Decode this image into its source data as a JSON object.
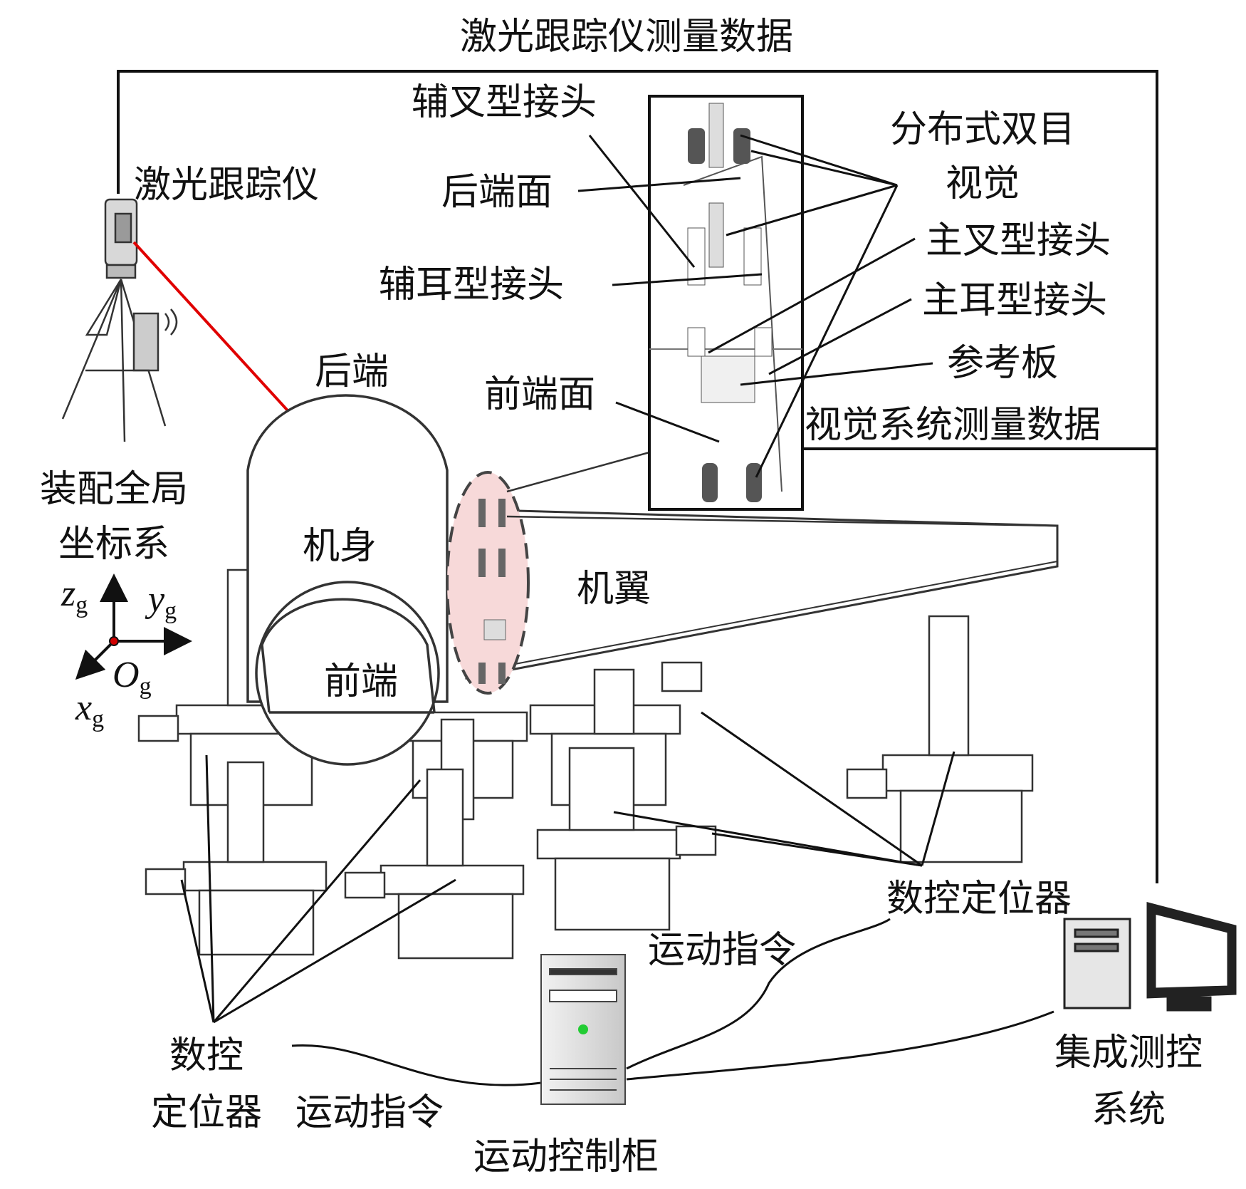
{
  "labels": {
    "laser_data": "激光跟踪仪测量数据",
    "aux_fork": "辅叉型接头",
    "rear_face": "后端面",
    "aux_ear": "辅耳型接头",
    "front_face": "前端面",
    "dist_vision_1": "分布式双目",
    "dist_vision_2": "视觉",
    "main_fork": "主叉型接头",
    "main_ear": "主耳型接头",
    "ref_plate": "参考板",
    "vision_data": "视觉系统测量数据",
    "laser_tracker": "激光跟踪仪",
    "rear_end": "后端",
    "fuselage": "机身",
    "front_end": "前端",
    "wing": "机翼",
    "global_cs_1": "装配全局",
    "global_cs_2": "坐标系",
    "nc_pos_right": "数控定位器",
    "motion_cmd_1": "运动指令",
    "nc_pos_left_1": "数控",
    "nc_pos_left_2": "定位器",
    "motion_cmd_2": "运动指令",
    "motion_cabinet": "运动控制柜",
    "integ_1": "集成测控",
    "integ_2": "系统"
  },
  "axes": {
    "z": "z",
    "y": "y",
    "o": "O",
    "x": "x",
    "sub": "g"
  },
  "colors": {
    "laser_beam": "#e00000",
    "highlight_fill": "#f7d9d9",
    "status_led": "#22cc33",
    "line": "#111111"
  }
}
